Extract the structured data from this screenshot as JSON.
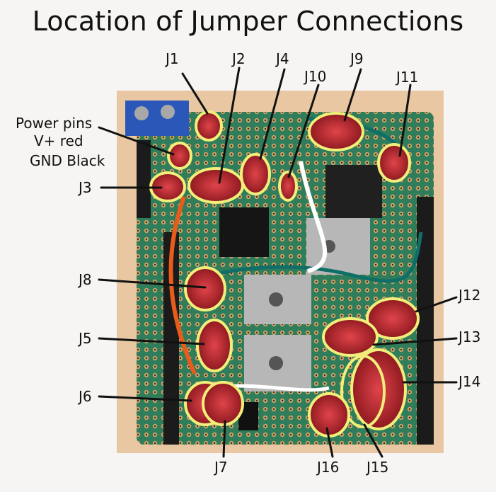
{
  "title": "Location of Jumper Connections",
  "labels": {
    "power_line1": "Power pins",
    "power_line2": "V+ red",
    "power_line3": "GND Black",
    "J1": "J1",
    "J2": "J2",
    "J3": "J3",
    "J4": "J4",
    "J5": "J5",
    "J6": "J6",
    "J7": "J7",
    "J8": "J8",
    "J9": "J9",
    "J10": "J10",
    "J11": "J11",
    "J12": "J12",
    "J13": "J13",
    "J14": "J14",
    "J15": "J15",
    "J16": "J16"
  },
  "colors": {
    "board": "#2f7d5a",
    "highlight_ring": "#f2ee7a",
    "jumper_red": "#c8222a",
    "header_black": "#1b1b1b",
    "wood": "#e8c7a2"
  }
}
